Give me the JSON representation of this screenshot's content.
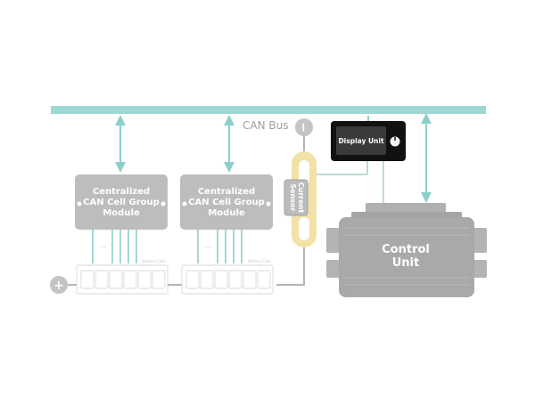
{
  "bus": {
    "label": "CAN Bus"
  },
  "modules": [
    {
      "label_line1": "Centralized",
      "label_line2": "CAN Cell Group",
      "label_line3": "Module",
      "cells_label": "Battery Cells"
    },
    {
      "label_line1": "Centralized",
      "label_line2": "CAN Cell Group",
      "label_line3": "Module",
      "cells_label": "Battery Cells"
    }
  ],
  "terminals": {
    "positive": "+",
    "negative": "−"
  },
  "current_sensor": {
    "line1": "Current",
    "line2": "Sensor"
  },
  "display_unit": {
    "label": "Display Unit"
  },
  "control_unit": {
    "line1": "Control",
    "line2": "Unit"
  },
  "colors": {
    "bus": "#9ed8d3",
    "wire": "#8ccfca",
    "module": "#bdbdbd",
    "control": "#a9a9a9",
    "display": "#111111",
    "gray_wire": "#b5b5b5",
    "sensor_ring": "#f2e2a8"
  }
}
